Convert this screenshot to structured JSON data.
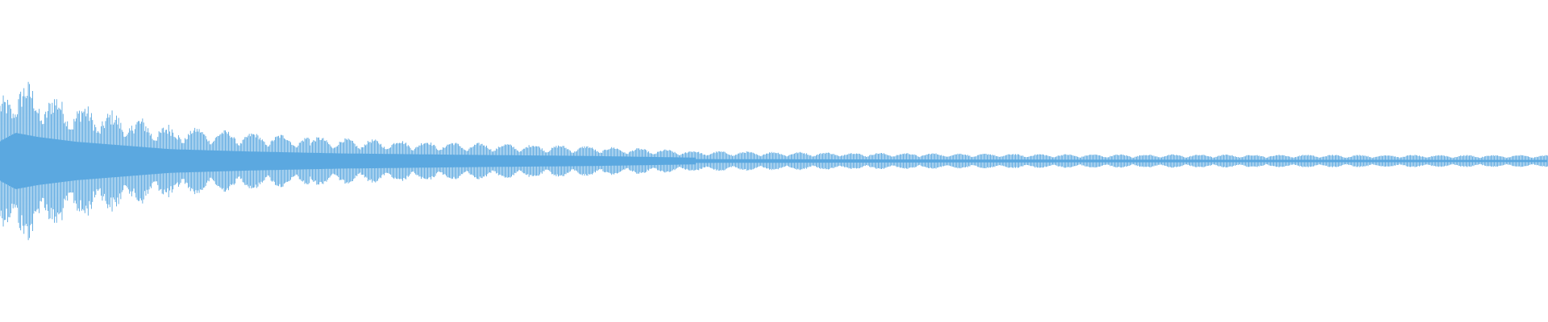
{
  "waveform": {
    "color": "#5ba8e0",
    "background": "#ffffff",
    "description_type": "audio-waveform",
    "amplitude_envelope": [
      {
        "t": 0.0,
        "peak": 0.7
      },
      {
        "t": 0.01,
        "peak": 1.0
      },
      {
        "t": 0.025,
        "peak": 0.85
      },
      {
        "t": 0.05,
        "peak": 0.68
      },
      {
        "t": 0.08,
        "peak": 0.55
      },
      {
        "t": 0.11,
        "peak": 0.42
      },
      {
        "t": 0.16,
        "peak": 0.34
      },
      {
        "t": 0.22,
        "peak": 0.27
      },
      {
        "t": 0.3,
        "peak": 0.22
      },
      {
        "t": 0.38,
        "peak": 0.18
      },
      {
        "t": 0.45,
        "peak": 0.12
      },
      {
        "t": 0.55,
        "peak": 0.1
      },
      {
        "t": 0.7,
        "peak": 0.08
      },
      {
        "t": 0.85,
        "peak": 0.075
      },
      {
        "t": 1.0,
        "peak": 0.07
      }
    ]
  }
}
